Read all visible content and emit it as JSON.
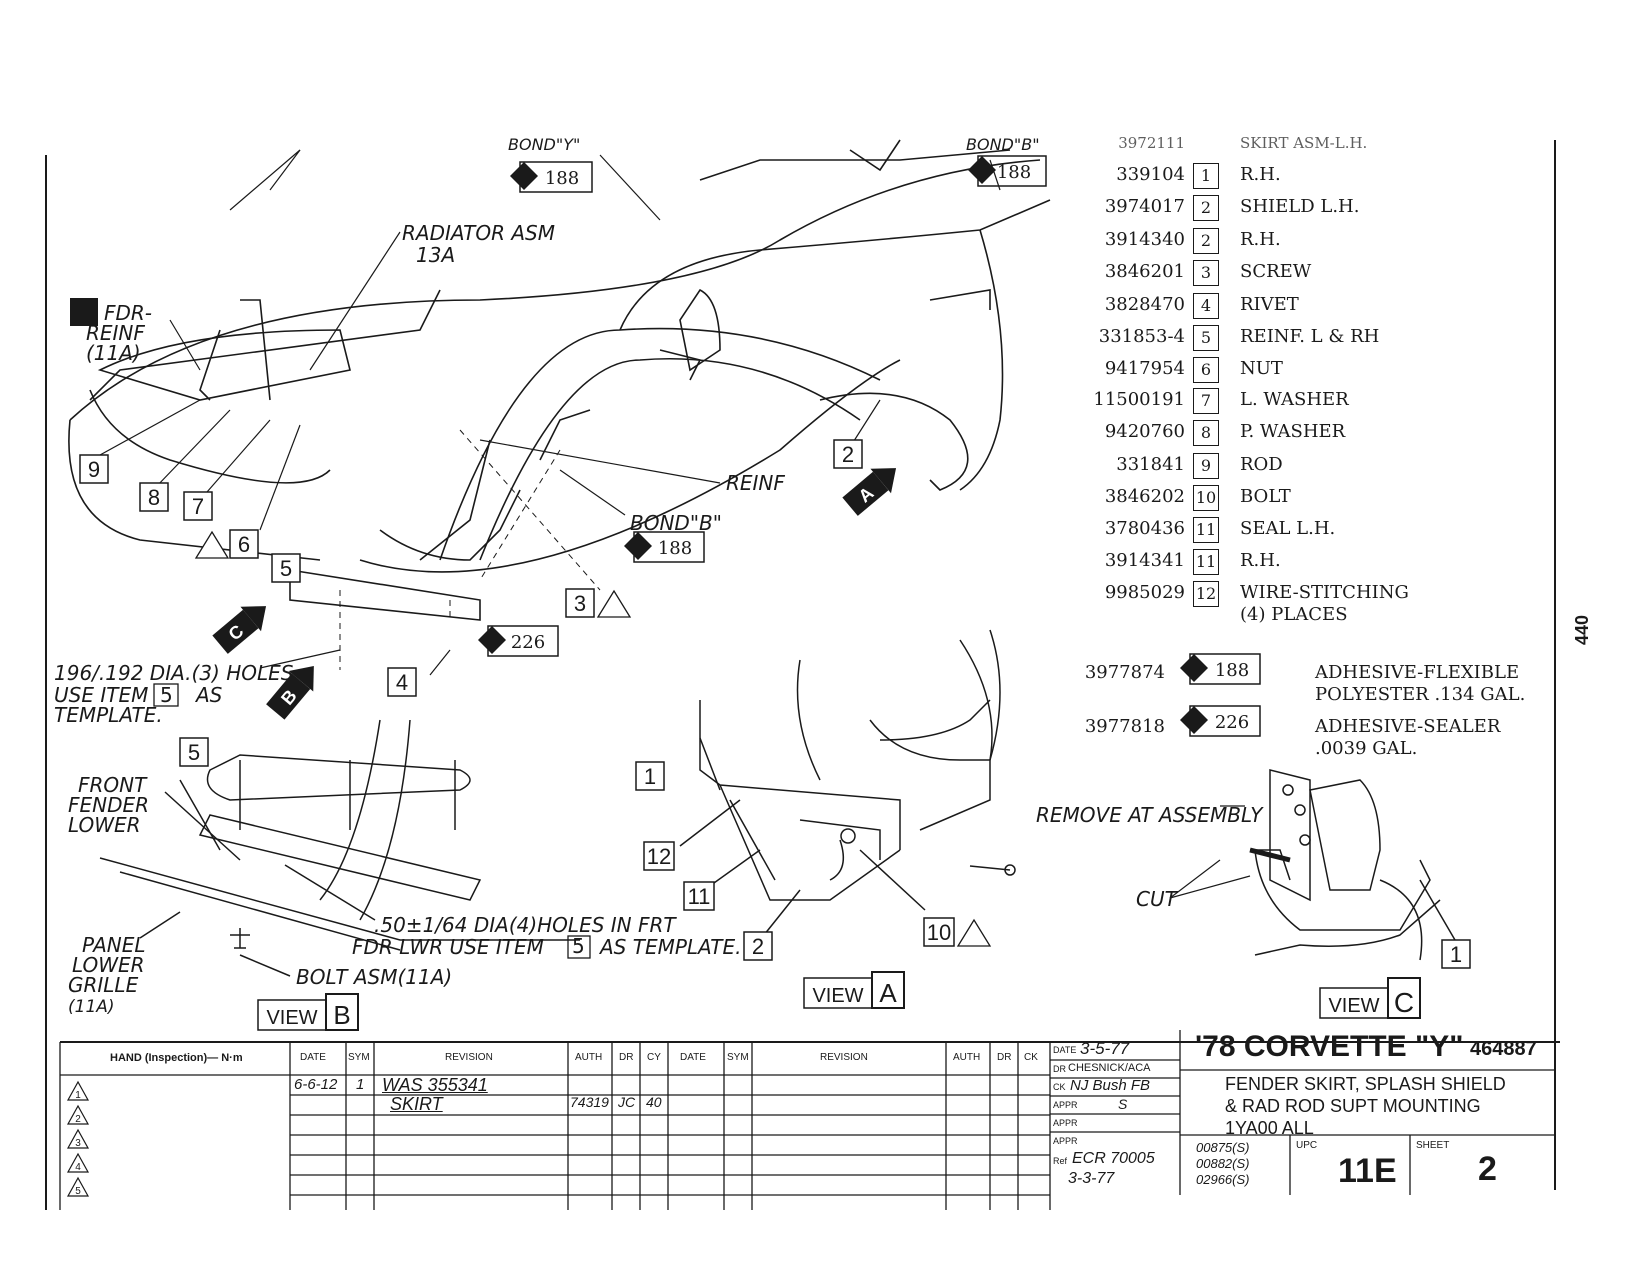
{
  "sheet_number_side": "440",
  "parts_list": {
    "header_partial": {
      "part": "3972111",
      "desc": "SKIRT ASM-L.H."
    },
    "rows": [
      {
        "part": "339104",
        "item": "1",
        "desc": "R.H."
      },
      {
        "part": "3974017",
        "item": "2",
        "desc": "SHIELD L.H."
      },
      {
        "part": "3914340",
        "item": "2",
        "desc": "R.H."
      },
      {
        "part": "3846201",
        "item": "3",
        "desc": "SCREW"
      },
      {
        "part": "3828470",
        "item": "4",
        "desc": "RIVET"
      },
      {
        "part": "331853-4",
        "item": "5",
        "desc": "REINF. L & RH"
      },
      {
        "part": "9417954",
        "item": "6",
        "desc": "NUT"
      },
      {
        "part": "11500191",
        "item": "7",
        "desc": "L. WASHER"
      },
      {
        "part": "9420760",
        "item": "8",
        "desc": "P. WASHER"
      },
      {
        "part": "331841",
        "item": "9",
        "desc": "ROD"
      },
      {
        "part": "3846202",
        "item": "10",
        "desc": "BOLT"
      },
      {
        "part": "3780436",
        "item": "11",
        "desc": "SEAL L.H."
      },
      {
        "part": "3914341",
        "item": "11",
        "desc": "R.H."
      },
      {
        "part": "9985029",
        "item": "12",
        "desc": "WIRE-STITCHING",
        "desc2": "(4) PLACES"
      }
    ],
    "adhesives": [
      {
        "part": "3977874",
        "code": "188",
        "desc": "ADHESIVE-FLEXIBLE",
        "desc2": "POLYESTER .134 GAL."
      },
      {
        "part": "3977818",
        "code": "226",
        "desc": "ADHESIVE-SEALER",
        "desc2": ".0039 GAL."
      }
    ]
  },
  "callouts": {
    "radiator": "RADIATOR ASM",
    "radiator_sub": "13A",
    "fdr_reinf_1": "FDR-",
    "fdr_reinf_2": "REINF",
    "fdr_reinf_3": "(11A)",
    "reinf": "REINF",
    "bond_b": "BOND\"B\"",
    "bond_top_left": "BOND\"Y\"",
    "bond_top_right": "BOND\"B\"",
    "holes_1": "196/.192 DIA.(3) HOLES",
    "holes_2a": "USE ITEM",
    "holes_2b": "AS",
    "holes_3": "TEMPLATE.",
    "front_fender_1": "FRONT",
    "front_fender_2": "FENDER",
    "front_fender_3": "LOWER",
    "holes4_1": ".50±1/64 DIA(4)HOLES IN FRT",
    "holes4_2a": "FDR LWR USE ITEM",
    "holes4_2b": "AS TEMPLATE.",
    "panel_1": "PANEL",
    "panel_2": "LOWER",
    "panel_3": "GRILLE",
    "panel_4": "(11A)",
    "bolt_asm": "BOLT ASM(11A)",
    "remove": "REMOVE AT ASSEMBLY",
    "cut": "CUT",
    "view_word": "VIEW",
    "view_a": "A",
    "view_b": "B",
    "view_c": "C",
    "bond_188": "188",
    "bond_226": "226"
  },
  "item_boxes": [
    "9",
    "8",
    "7",
    "6",
    "5",
    "4",
    "3",
    "2",
    "1",
    "12",
    "11",
    "10"
  ],
  "title_block": {
    "hand_header": "HAND (Inspection)— N·m",
    "col_date": "DATE",
    "col_sym": "SYM",
    "col_revision": "REVISION",
    "col_auth": "AUTH",
    "col_dr": "DR",
    "col_ck": "CY",
    "col_ck2": "CK",
    "rev_date": "6-6-12",
    "rev_sym": "1",
    "rev_text_1": "WAS 355341",
    "rev_text_2": "SKIRT",
    "rev_auth": "74319",
    "rev_dr": "JC",
    "rev_ck": "40",
    "date_label": "DATE",
    "date_value": "3-5-77",
    "dr_label": "DR",
    "dr_value": "CHESNICK/ACA",
    "ck_label": "CK",
    "ck_value": "NJ Bush FB",
    "appr_label": "APPR",
    "appr_value": "S",
    "ref_label": "Ref",
    "ref_value": "ECR 70005",
    "ref_date": "3-3-77",
    "title_main": "'78 CORVETTE \"Y\"",
    "drawing_number": "464887",
    "title_l1": "FENDER SKIRT, SPLASH SHIELD",
    "title_l2": "& RAD ROD SUPT MOUNTING",
    "title_l3": "1YA00 ALL",
    "codes_1": "00875(S)",
    "codes_2": "00882(S)",
    "codes_3": "02966(S)",
    "upc_label": "UPC",
    "upc_value": "11E",
    "sheet_label": "SHEET",
    "sheet_value": "2",
    "tri_1": "1",
    "tri_2": "2",
    "tri_3": "3",
    "tri_4": "4",
    "tri_5": "5"
  }
}
